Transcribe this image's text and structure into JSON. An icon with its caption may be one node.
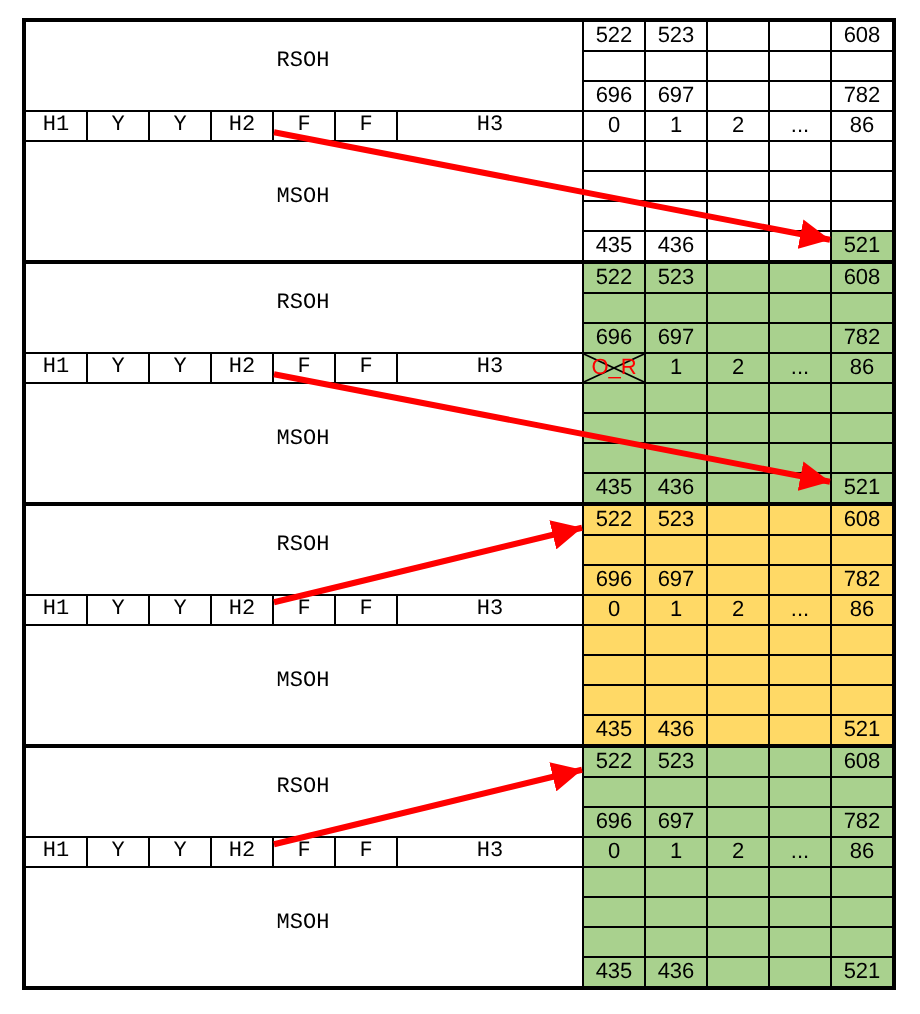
{
  "diagram": {
    "nodes": [
      {
        "text": [
          "H2"
        ]
      },
      {
        "text": [
          "521"
        ]
      },
      {
        "text": [
          "H2"
        ]
      },
      {
        "text": [
          "521"
        ]
      },
      {
        "text": [
          "H2"
        ]
      },
      {
        "text": [
          "522"
        ]
      },
      {
        "text": [
          "H2"
        ]
      },
      {
        "text": [
          "522"
        ]
      }
    ],
    "edges": [
      {
        "from": 0,
        "to": 1,
        "arrow": "to"
      },
      {
        "from": 2,
        "to": 3,
        "arrow": "to"
      },
      {
        "from": 4,
        "to": 5,
        "arrow": "to"
      },
      {
        "from": 6,
        "to": 7,
        "arrow": "to"
      }
    ],
    "labels": [
      "RSOH",
      "522",
      "523",
      "608",
      "696",
      "697",
      "782",
      "H1",
      "Y",
      "Y",
      "F",
      "F",
      "H3",
      "0",
      "1",
      "2",
      "...",
      "86",
      "MSOH",
      "435",
      "436",
      "RSOH",
      "522",
      "523",
      "608",
      "696",
      "697",
      "782",
      "H1",
      "Y",
      "Y",
      "F",
      "F",
      "H3",
      "O_R",
      "1",
      "2",
      "...",
      "86",
      "MSOH",
      "435",
      "436",
      "RSOH",
      "523",
      "608",
      "696",
      "697",
      "782",
      "H1",
      "Y",
      "Y",
      "F",
      "F",
      "H3",
      "0",
      "1",
      "2",
      "...",
      "86",
      "MSOH",
      "435",
      "436",
      "521",
      "RSOH",
      "523",
      "608",
      "696",
      "697",
      "782",
      "H1",
      "Y",
      "Y",
      "F",
      "F",
      "H3",
      "0",
      "1",
      "2",
      "...",
      "86",
      "MSOH",
      "435",
      "436",
      "521"
    ]
  }
}
